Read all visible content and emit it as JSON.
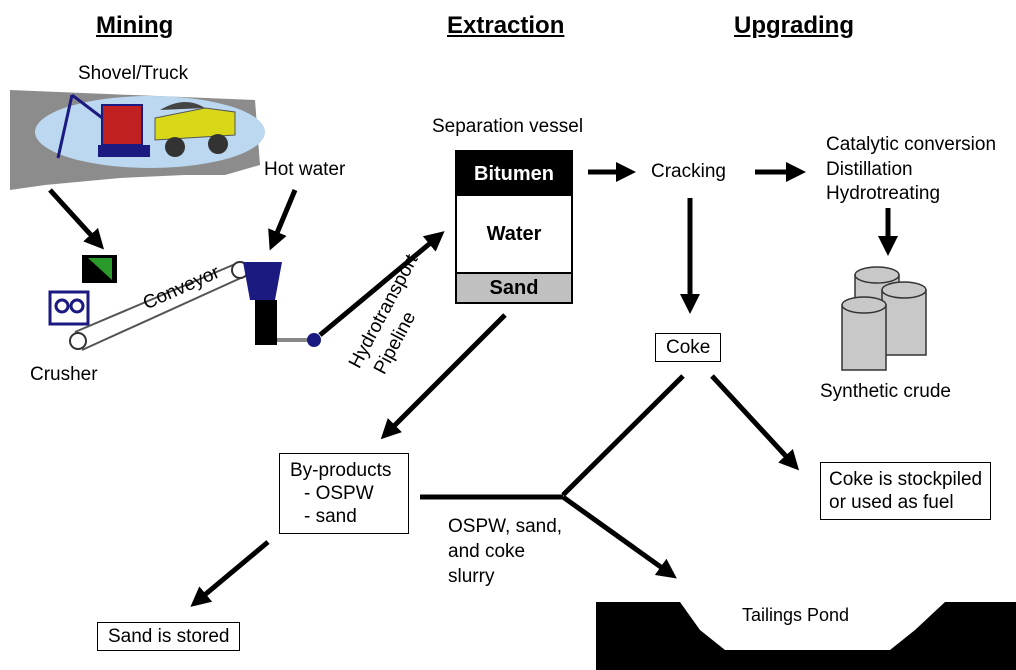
{
  "headers": {
    "mining": "Mining",
    "extraction": "Extraction",
    "upgrading": "Upgrading"
  },
  "labels": {
    "shovel_truck": "Shovel/Truck",
    "hot_water": "Hot water",
    "conveyor": "Conveyor",
    "crusher": "Crusher",
    "hydrotransport_1": "Hydrotransport",
    "hydrotransport_2": "Pipeline",
    "separation_vessel": "Separation vessel",
    "cracking": "Cracking",
    "upgrading_steps": [
      "Catalytic conversion",
      "Distillation",
      "Hydrotreating"
    ],
    "synthetic_crude": "Synthetic crude",
    "slurry": [
      "OSPW, sand,",
      "and coke",
      "slurry"
    ],
    "tailings_pond": "Tailings Pond"
  },
  "vessel": {
    "top": "Bitumen",
    "middle": "Water",
    "bottom": "Sand"
  },
  "boxes": {
    "coke": "Coke",
    "coke_fate": [
      "Coke is stockpiled",
      "or used as fuel"
    ],
    "byproducts": [
      "By-products",
      "- OSPW",
      "- sand"
    ],
    "sand_stored": "Sand is stored"
  },
  "colors": {
    "ground": "#8c8c8c",
    "blue_oval": "#bcd8f0",
    "truck": "#d8d818",
    "drum": "#c8c8c8",
    "machine": "#1a1a80"
  }
}
